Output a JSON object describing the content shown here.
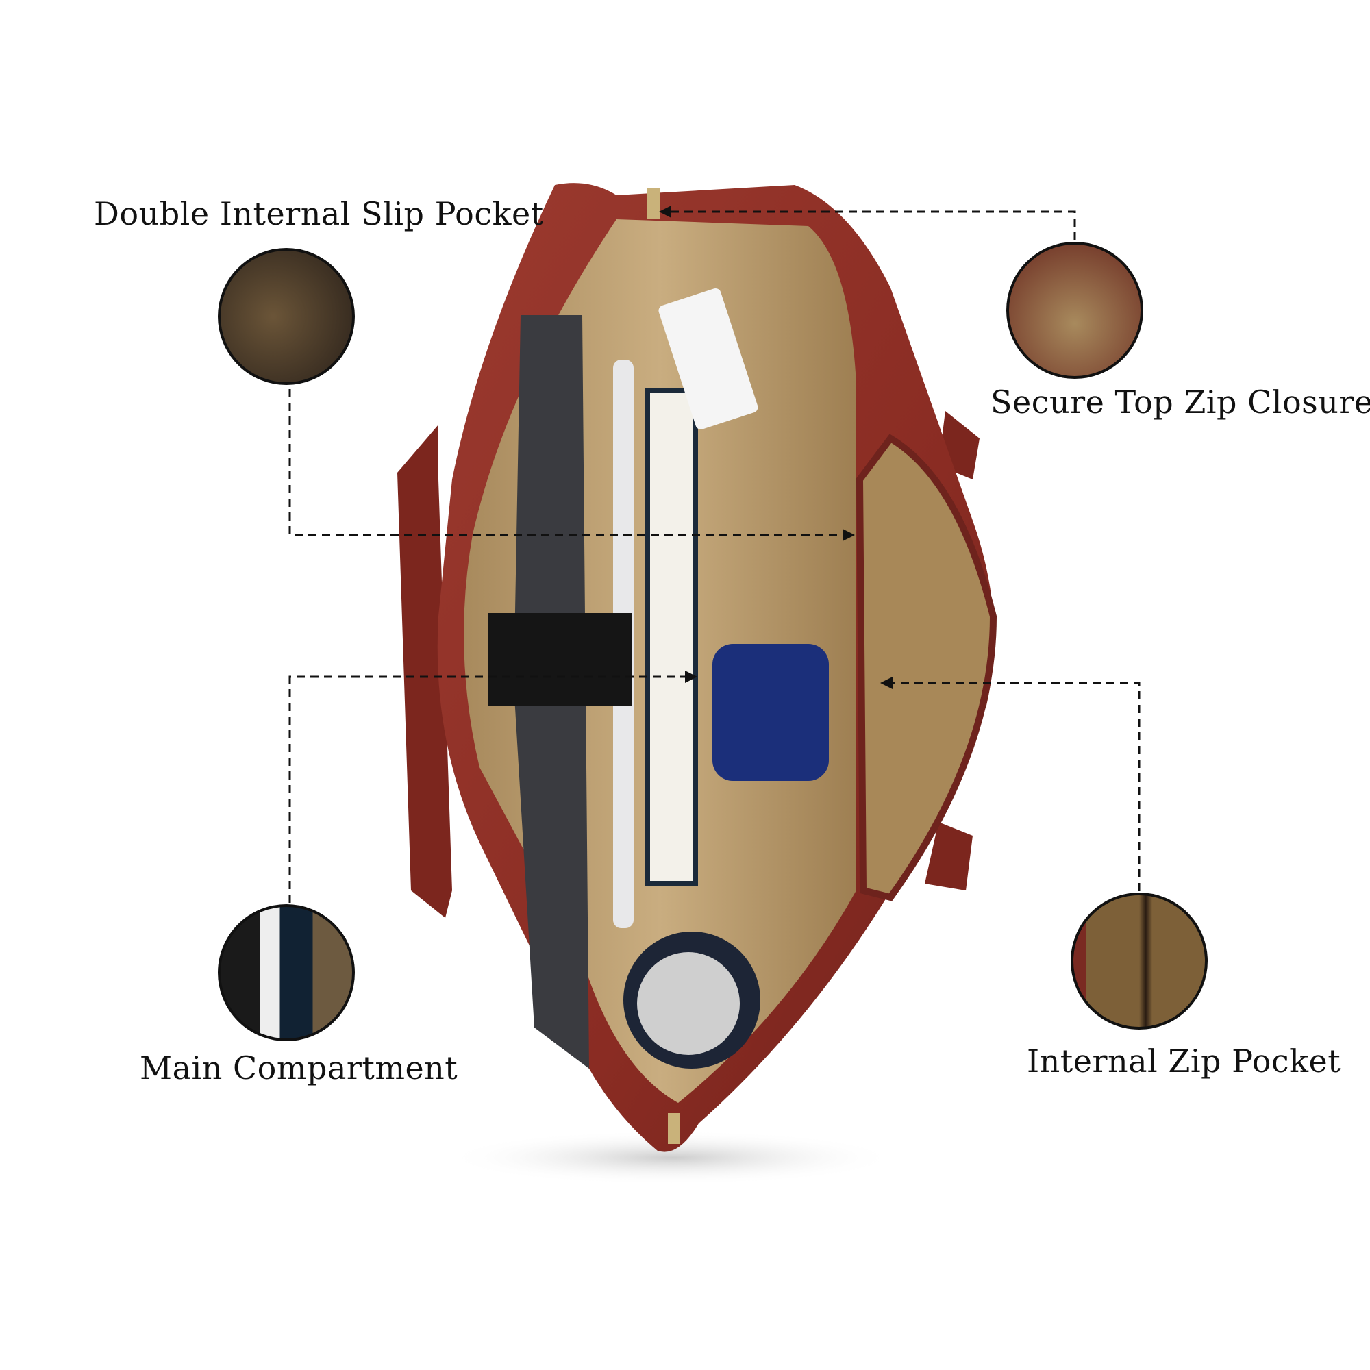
{
  "callouts": {
    "slip_pocket": {
      "label": "Double Internal Slip Pocket"
    },
    "zip_closure": {
      "label": "Secure Top Zip Closure"
    },
    "main_compartment": {
      "label": "Main Compartment"
    },
    "zip_pocket": {
      "label": "Internal Zip Pocket"
    }
  },
  "colors": {
    "leather": "#8e2f26",
    "leather_dark": "#5e1a15",
    "lining": "#b99a6e",
    "hardware": "#c9b27a",
    "line": "#111111"
  }
}
